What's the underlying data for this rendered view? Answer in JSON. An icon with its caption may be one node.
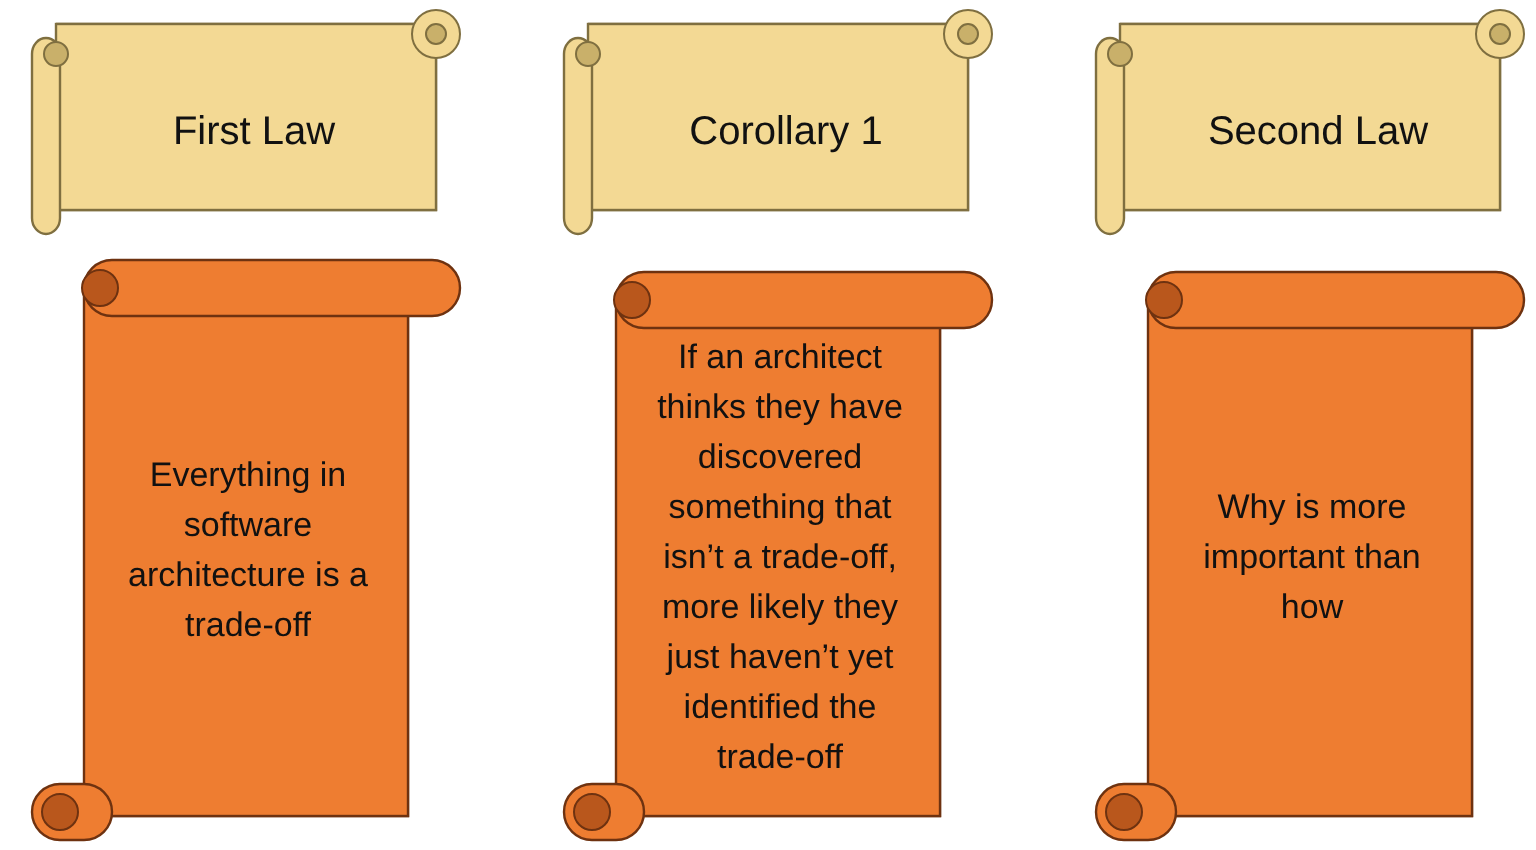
{
  "diagram": {
    "nodes": [
      {
        "text": [
          "First Law"
        ]
      },
      {
        "text": [
          "Corollary 1"
        ]
      },
      {
        "text": [
          "Second Law"
        ]
      },
      {
        "text": [
          "Everything in software architecture is a trade-off"
        ]
      },
      {
        "text": [
          "If an architect thinks they have discovered something that isn’t a trade-off, more likely they just haven’t yet identified the trade-off"
        ]
      },
      {
        "text": [
          "Why is more important than how"
        ]
      }
    ],
    "edges": []
  }
}
